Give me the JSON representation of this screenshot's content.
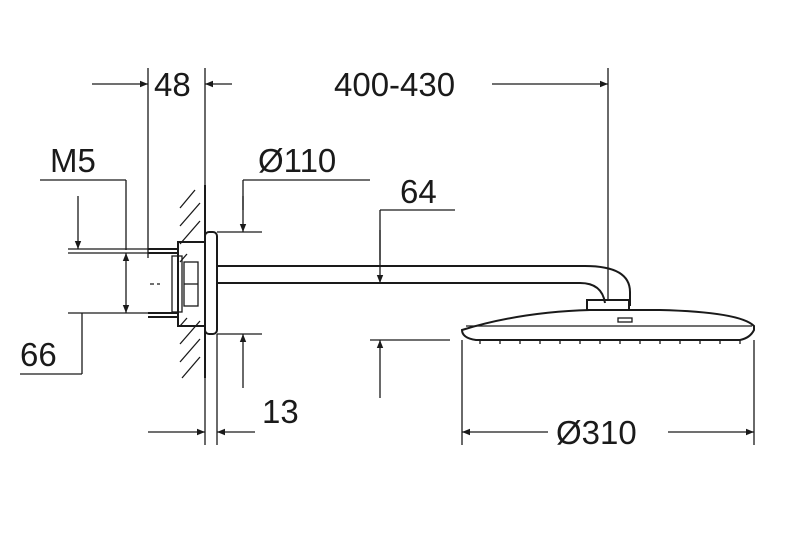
{
  "dimensions": {
    "wall_flange_depth": "48",
    "arm_reach": "400-430",
    "thread_size": "M5",
    "flange_diameter": "Ø110",
    "arm_drop": "64",
    "bolt_spacing": "66",
    "wall_clearance": "13",
    "head_diameter": "Ø310"
  },
  "colors": {
    "line": "#1a1a1a",
    "background": "#ffffff"
  }
}
